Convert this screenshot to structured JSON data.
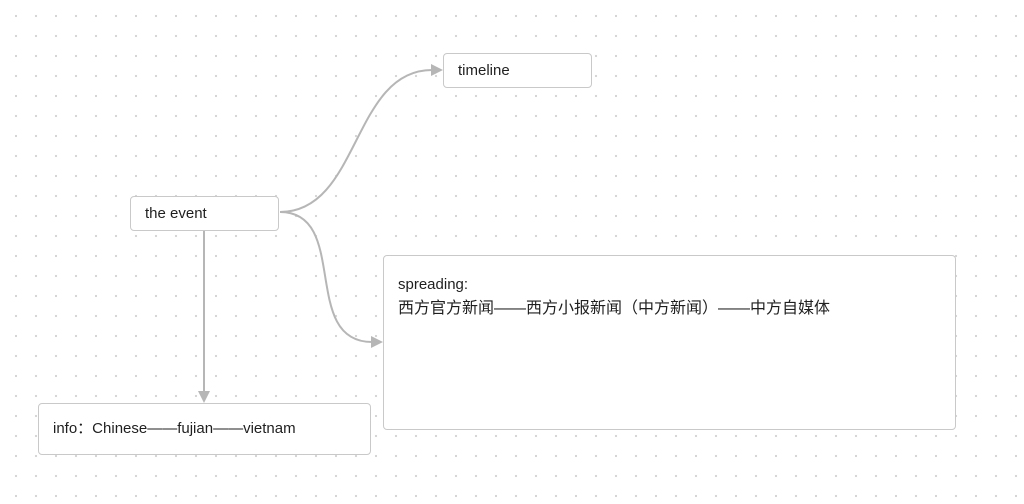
{
  "canvas": {
    "background": "#ffffff",
    "dot_color": "#d4d4d4",
    "edge_color": "#b6b6b6",
    "node_border_color": "#c9c9c9"
  },
  "nodes": {
    "timeline": {
      "label": "timeline"
    },
    "event": {
      "label": "the event"
    },
    "spreading": {
      "heading": "spreading:",
      "text": "西方官方新闻——西方小报新闻（中方新闻）——中方自媒体"
    },
    "info": {
      "label": "info：Chinese——fujian——vietnam"
    }
  },
  "edges": [
    {
      "from": "event",
      "to": "timeline"
    },
    {
      "from": "event",
      "to": "spreading"
    },
    {
      "from": "event",
      "to": "info"
    }
  ]
}
